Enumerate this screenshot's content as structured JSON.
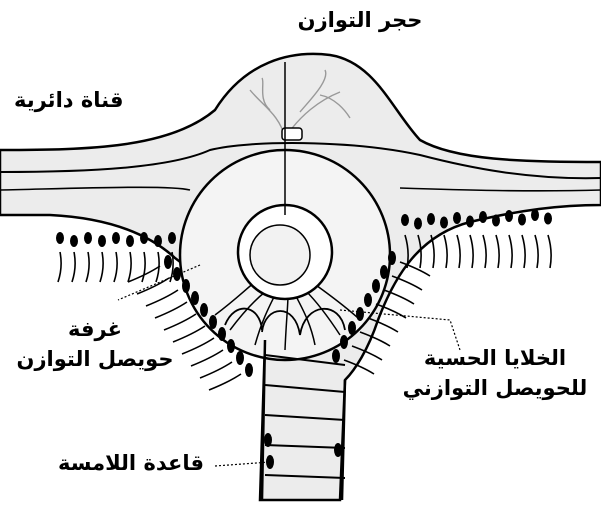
{
  "labels": {
    "statolith": "حجر التوازن",
    "semicircular_canal": "قناة دائرية",
    "utricle_chamber_line1": "غرفة",
    "utricle_chamber_line2": "حويصل التوازن",
    "sensory_cells_line1": "الخلايا الحسية",
    "sensory_cells_line2": "للحويصل التوازني",
    "contact_base": "قاعدة اللامسة"
  },
  "colors": {
    "stroke": "#000000",
    "tissue_fill": "#ececec",
    "background": "#ffffff"
  }
}
